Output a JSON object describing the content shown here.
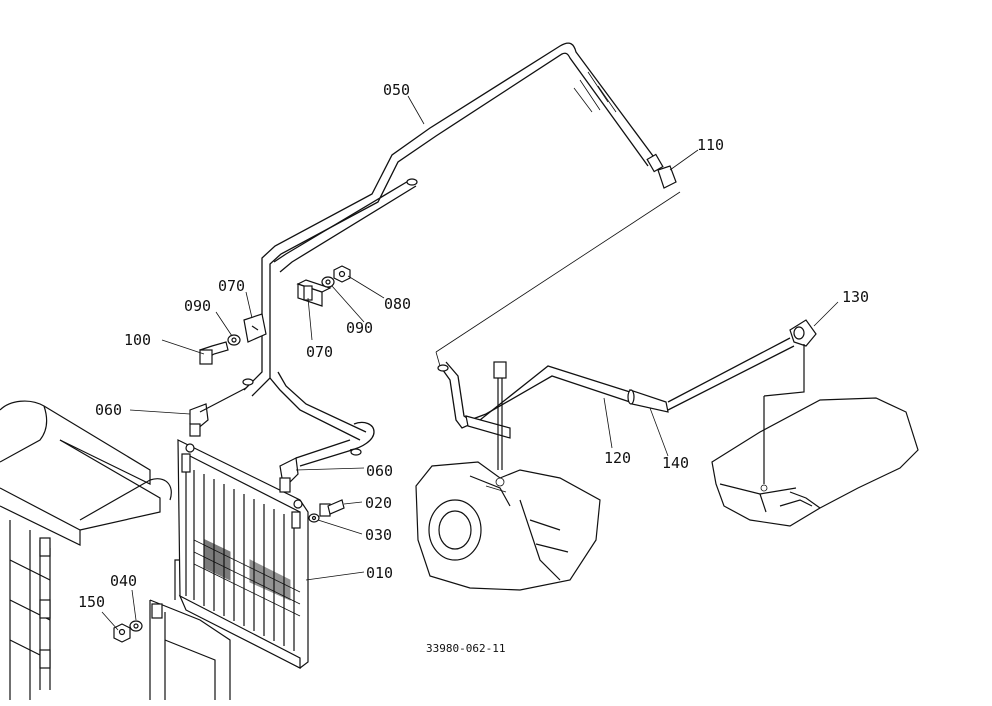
{
  "diagram": {
    "reference_code": "33980-062-11",
    "labels": {
      "p010": "010",
      "p020": "020",
      "p030": "030",
      "p040": "040",
      "p050": "050",
      "p060a": "060",
      "p060b": "060",
      "p070a": "070",
      "p070b": "070",
      "p080": "080",
      "p090a": "090",
      "p090b": "090",
      "p100": "100",
      "p110": "110",
      "p120": "120",
      "p130": "130",
      "p140": "140",
      "p150": "150"
    }
  }
}
